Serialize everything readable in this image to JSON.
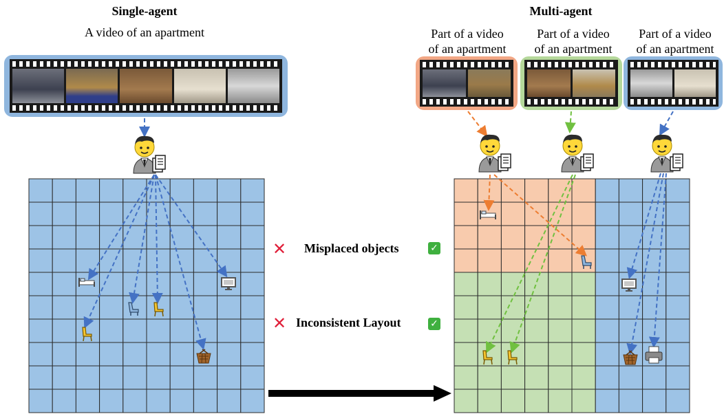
{
  "single": {
    "title": "Single-agent",
    "subtitle": "A video of an apartment"
  },
  "multi": {
    "title": "Multi-agent",
    "parts": [
      {
        "line1": "Part of a video",
        "line2": "of an apartment",
        "color": "#f2a785"
      },
      {
        "line1": "Part of a video",
        "line2": "of an apartment",
        "color": "#b5d89b"
      },
      {
        "line1": "Part of a video",
        "line2": "of an apartment",
        "color": "#8fb6de"
      }
    ]
  },
  "middle": {
    "misplaced": "Misplaced objects",
    "inconsistent": "Inconsistent Layout",
    "x_symbol": "✕",
    "check_symbol": "✓"
  },
  "colors": {
    "blue_cell": "#9dc3e6",
    "orange_cell": "#f8cbad",
    "green_cell": "#c5e0b4",
    "blue_line": "#4472c4",
    "orange_line": "#ed7d31",
    "green_line": "#70c040",
    "film_border_single": "#8fb6de"
  },
  "icons": {
    "agent": "agent-with-document-icon",
    "bed": "bed-icon",
    "chair": "chair-icon",
    "seat": "seat-icon",
    "monitor": "monitor-icon",
    "basket": "basket-icon",
    "printer": "printer-icon"
  }
}
